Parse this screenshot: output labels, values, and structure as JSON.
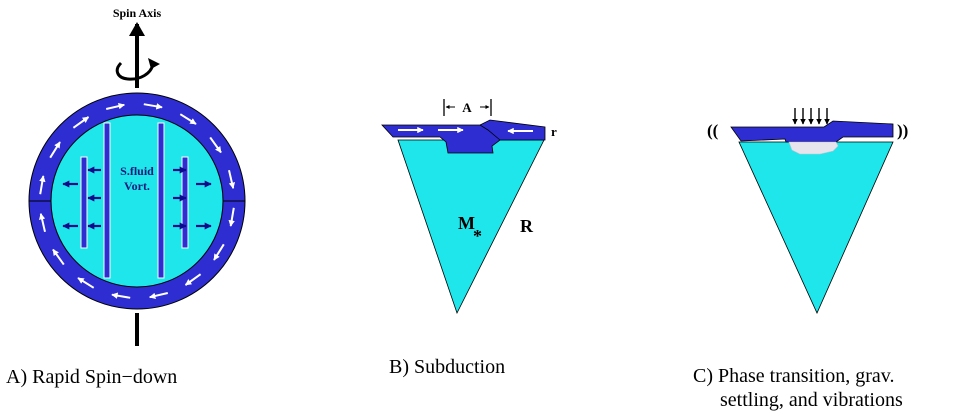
{
  "colors": {
    "crust": "#2d2dd2",
    "interior": "#1ee6eb",
    "outline": "#000000",
    "arrow_light": "#ffffff",
    "arrow_dark": "#0c0c8a",
    "phase_patch": "#e6e4ec"
  },
  "panel_a": {
    "spin_axis_label": "Spin Axis",
    "superfluid_label_line1": "S.fluid",
    "superfluid_label_line2": "Vort.",
    "caption": "A) Rapid Spin−down",
    "icons": [
      "rotation-arrow-icon"
    ]
  },
  "panel_b": {
    "width_label": "A",
    "crust_label": "r",
    "mass_label": "M",
    "mass_subscript": "*",
    "radius_label": "R",
    "caption": "B) Subduction"
  },
  "panel_c": {
    "left_vibration": "((",
    "right_vibration": "))",
    "caption_line1": "C) Phase transition, grav.",
    "caption_line2": "settling, and vibrations"
  }
}
